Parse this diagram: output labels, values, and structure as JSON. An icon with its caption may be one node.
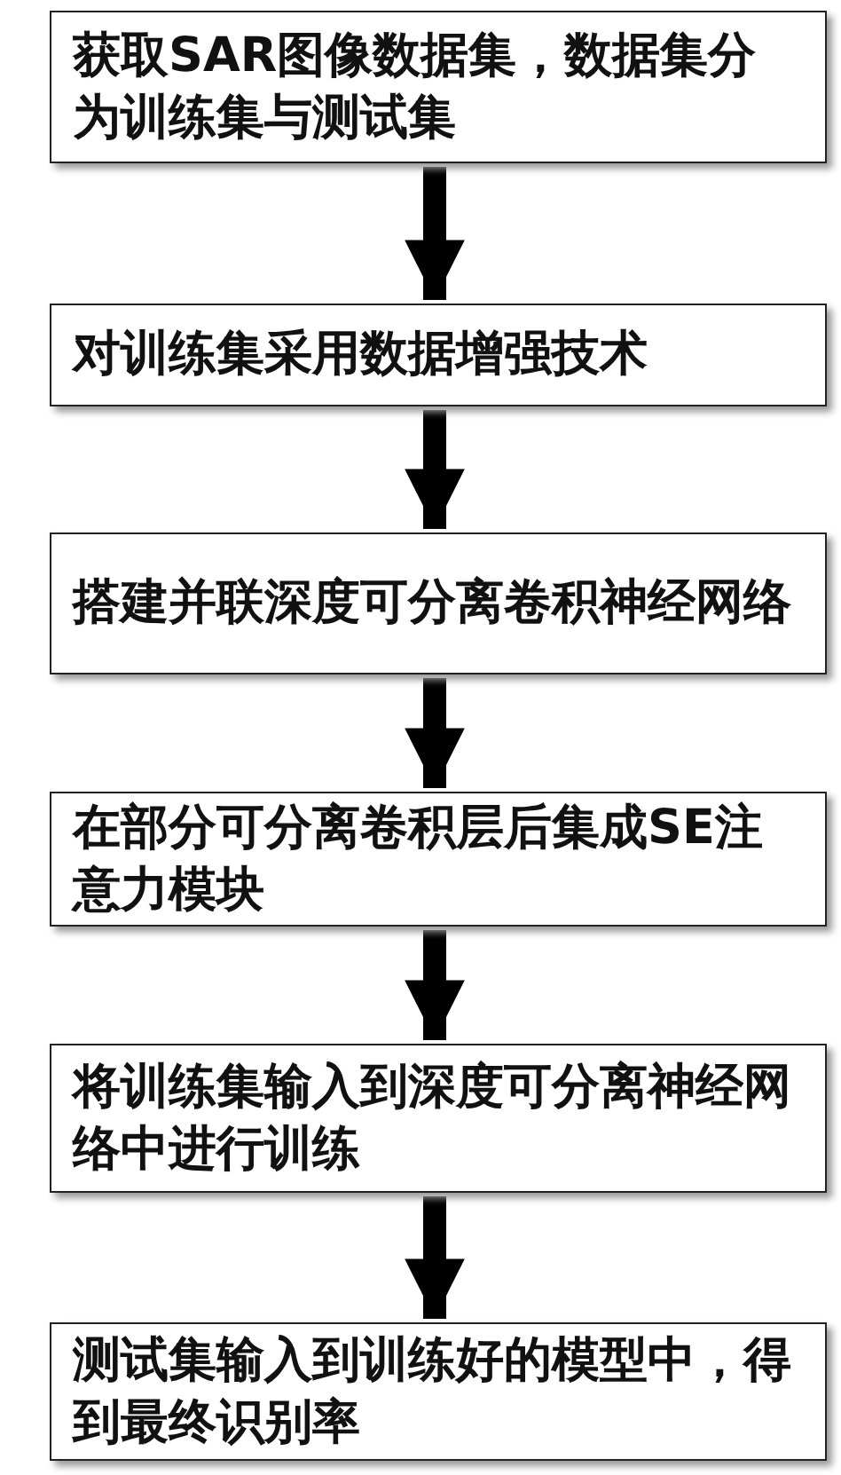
{
  "diagram": {
    "nodes": [
      {
        "text": [
          "获取SAR图像数据集，数据集分为训练集与测试集"
        ]
      },
      {
        "text": [
          "对训练集采用数据增强技术"
        ]
      },
      {
        "text": [
          "搭建并联深度可分离卷积神经网络"
        ]
      },
      {
        "text": [
          "在部分可分离卷积层后集成SE注意力模块"
        ]
      },
      {
        "text": [
          "将训练集输入到深度可分离神经网络中进行训练"
        ]
      },
      {
        "text": [
          "测试集输入到训练好的模型中，得到最终识别率"
        ]
      }
    ],
    "edges": [
      {
        "from": 0,
        "to": 1,
        "arrow": "to"
      },
      {
        "from": 1,
        "to": 2,
        "arrow": "to"
      },
      {
        "from": 2,
        "to": 3,
        "arrow": "to"
      },
      {
        "from": 3,
        "to": 4,
        "arrow": "to"
      },
      {
        "from": 4,
        "to": 5,
        "arrow": "to"
      }
    ]
  }
}
